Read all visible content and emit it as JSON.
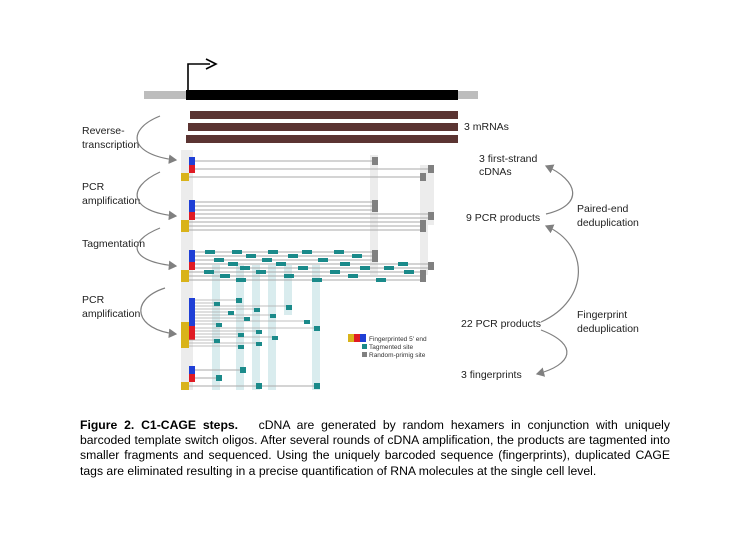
{
  "left_labels": {
    "rt_line1": "Reverse-",
    "rt_line2": "transcription",
    "pcr1_line1": "PCR",
    "pcr1_line2": "amplification",
    "tag": "Tagmentation",
    "pcr2_line1": "PCR",
    "pcr2_line2": "amplification"
  },
  "right_labels": {
    "mrnas": "3 mRNAs",
    "first_strand_line1": "3 first-strand",
    "first_strand_line2": "cDNAs",
    "pcr9": "9 PCR products",
    "pcr22": "22 PCR products",
    "fingerprints": "3 fingerprints",
    "paired_line1": "Paired-end",
    "paired_line2": "deduplication",
    "finger_line1": "Fingerprint",
    "finger_line2": "deduplication"
  },
  "legend": {
    "fingerprint": "Fingerprinted 5' end",
    "tagmented": "Tagmented site",
    "random": "Random-primig site"
  },
  "caption": {
    "title": "Figure 2. C1-CAGE steps.",
    "body": "cDNA are generated by random hexamers in conjunction with uniquely barcoded template switch oligos. After several rounds of cDNA amplification, the products are tagmented into smaller fragments and sequenced. Using the uniquely barcoded sequence (fingerprints), duplicated CAGE tags are eliminated resulting in a precise quantification of RNA molecules at the single cell level."
  },
  "colors": {
    "gene_body": "#000000",
    "flank": "#bdbdbd",
    "mrna": "#5b3432",
    "barcode_yellow": "#d9b31a",
    "barcode_red": "#e01b24",
    "barcode_blue": "#1f3fd6",
    "tag_site": "#1a8a8a",
    "random_site": "#808080",
    "arrow": "#808080"
  }
}
